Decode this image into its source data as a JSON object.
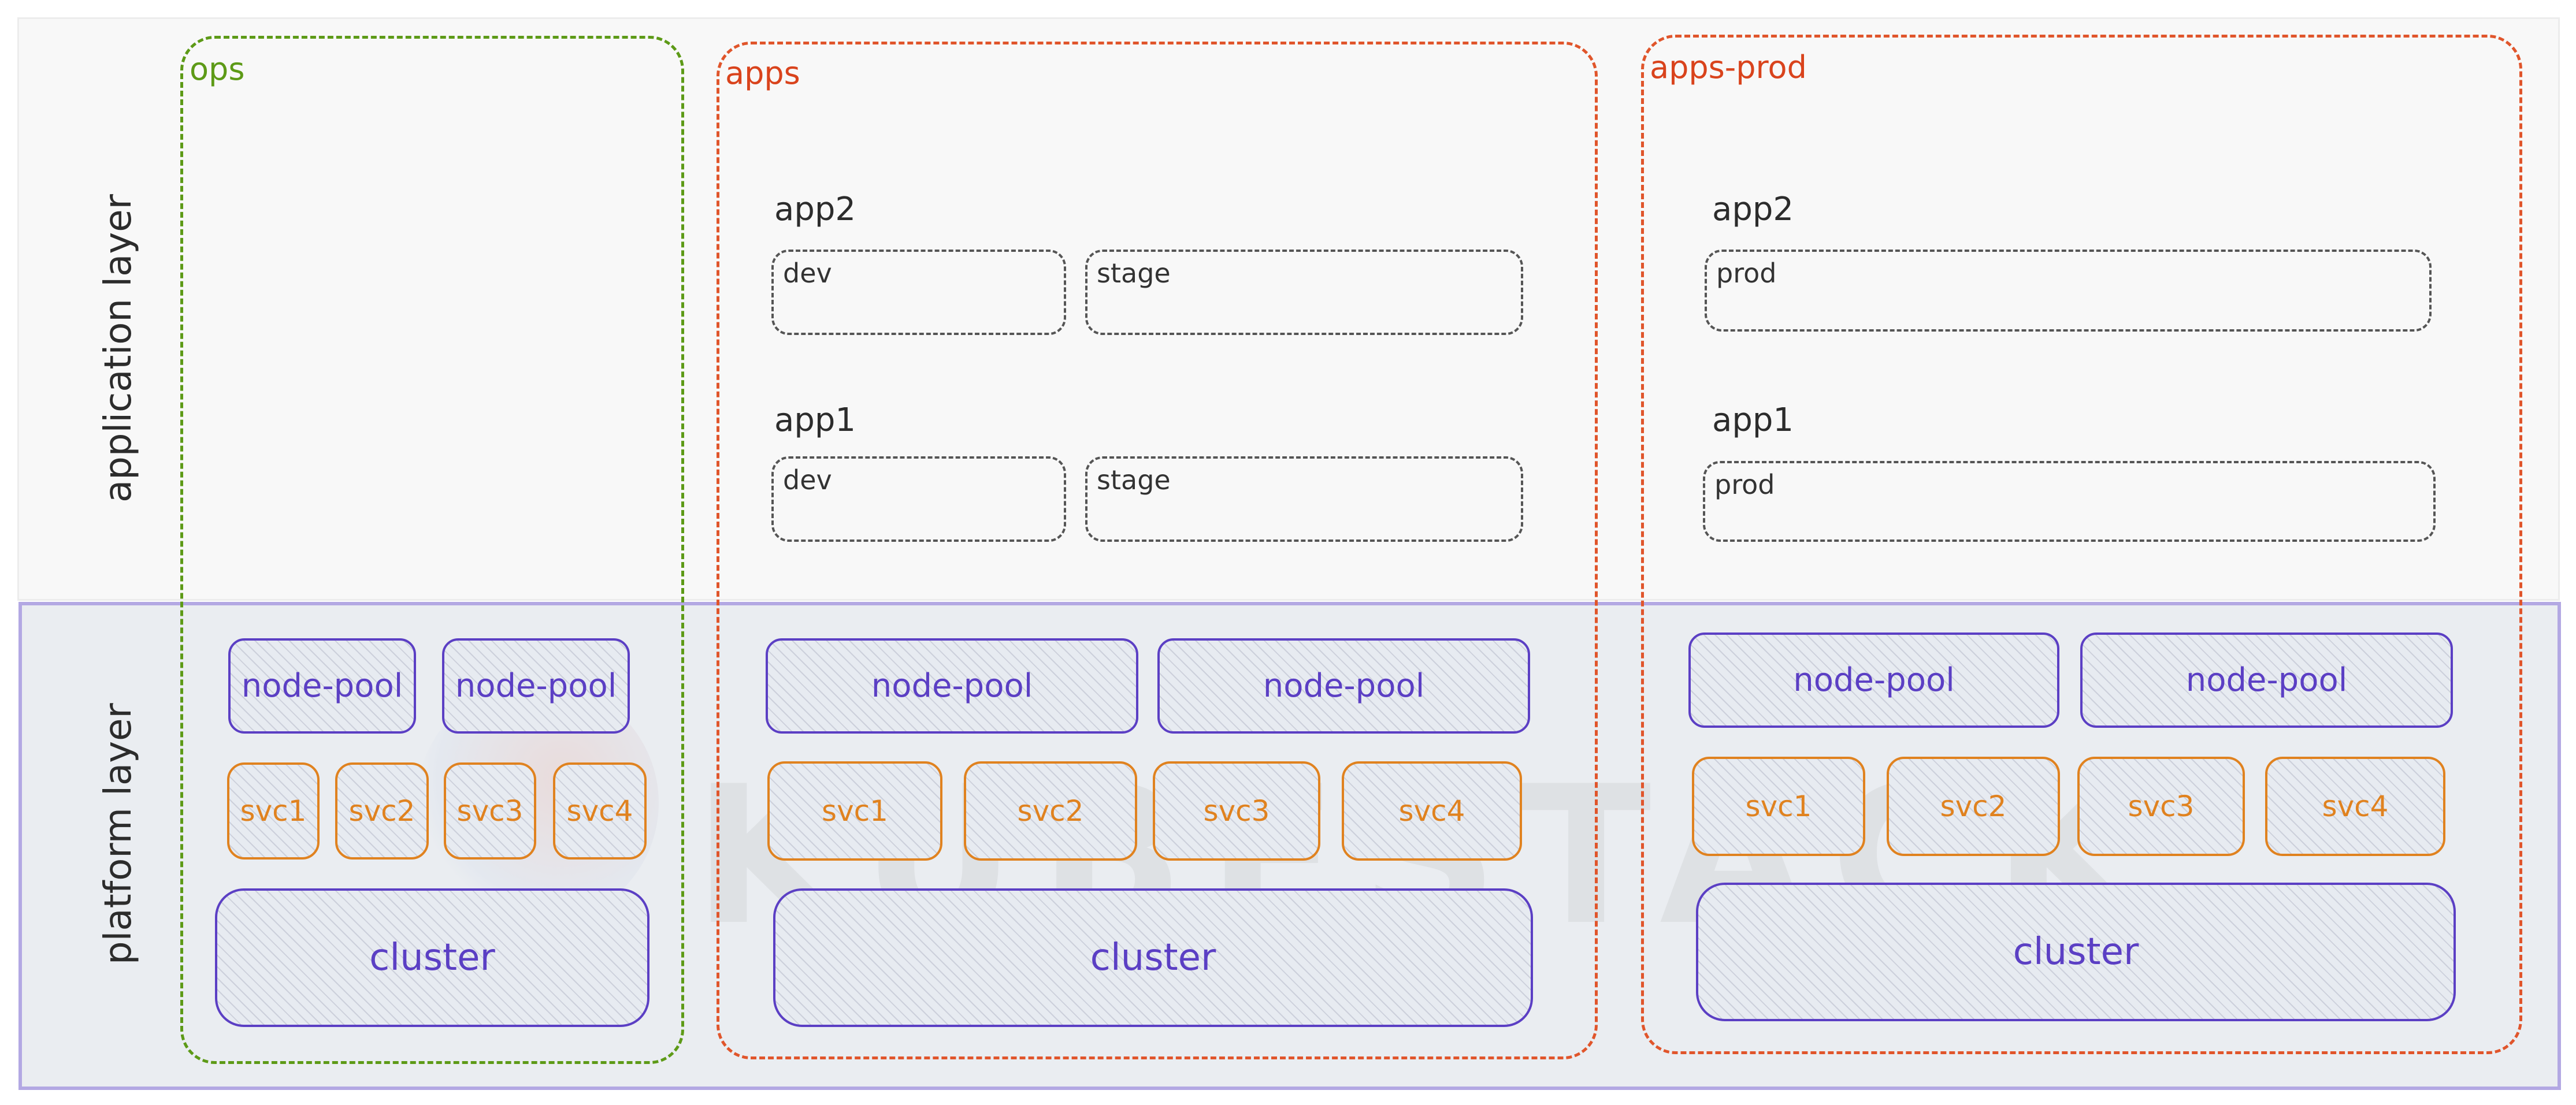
{
  "layers": {
    "application": "application layer",
    "platform": "platform layer"
  },
  "watermark": "KUBESTACK",
  "namespaces": {
    "ops": {
      "label": "ops",
      "color": "#5d9a17",
      "node_pools": [
        "node-pool",
        "node-pool"
      ],
      "services": [
        "svc1",
        "svc2",
        "svc3",
        "svc4"
      ],
      "cluster": "cluster"
    },
    "apps": {
      "label": "apps",
      "color": "#e0552b",
      "applications": [
        {
          "name": "app2",
          "envs": [
            "dev",
            "stage"
          ]
        },
        {
          "name": "app1",
          "envs": [
            "dev",
            "stage"
          ]
        }
      ],
      "node_pools": [
        "node-pool",
        "node-pool"
      ],
      "services": [
        "svc1",
        "svc2",
        "svc3",
        "svc4"
      ],
      "cluster": "cluster"
    },
    "apps_prod": {
      "label": "apps-prod",
      "color": "#e0552b",
      "applications": [
        {
          "name": "app2",
          "envs": [
            "prod"
          ]
        },
        {
          "name": "app1",
          "envs": [
            "prod"
          ]
        }
      ],
      "node_pools": [
        "node-pool",
        "node-pool"
      ],
      "services": [
        "svc1",
        "svc2",
        "svc3",
        "svc4"
      ],
      "cluster": "cluster"
    }
  },
  "colors": {
    "node_pool": "#5b3fc4",
    "service": "#e0821f",
    "cluster": "#5b3fc4",
    "platform_border": "#b3a8e3"
  }
}
